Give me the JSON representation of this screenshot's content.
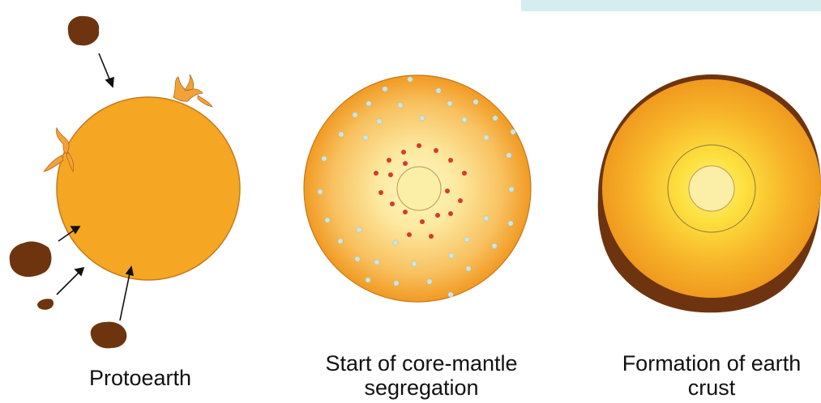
{
  "colors": {
    "top_bar": "#d4eef0",
    "planet_fill": "#f5a623",
    "planet_edge": "#c47a1c",
    "core_inner": "#fbeea6",
    "core_glow": "#fde35a",
    "rock": "#6e3410",
    "arrow": "#111111",
    "silicate_dots": "#cfe6dd",
    "iron_dots": "#d23c2e"
  },
  "stages": [
    {
      "label": "Protoearth"
    },
    {
      "label_line1": "Start of core-mantle",
      "label_line2": "segregation"
    },
    {
      "label_line1": "Formation of earth",
      "label_line2": "crust"
    }
  ]
}
